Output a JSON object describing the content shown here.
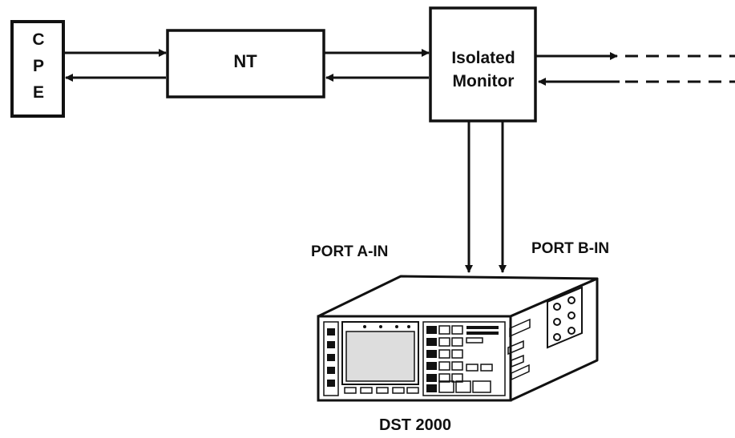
{
  "diagram": {
    "nodes": {
      "cpe": {
        "letters": [
          "C",
          "P",
          "E"
        ]
      },
      "nt": {
        "label": "NT"
      },
      "monitor": {
        "line1": "Isolated",
        "line2": "Monitor"
      }
    },
    "ports": {
      "a": "PORT A-IN",
      "b": "PORT B-IN"
    },
    "device": {
      "label": "DST 2000"
    }
  },
  "colors": {
    "ink": "#111111",
    "paper": "#ffffff"
  }
}
